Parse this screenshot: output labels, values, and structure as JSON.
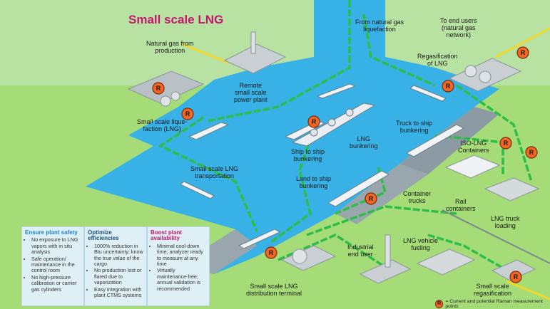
{
  "title": "Small scale LNG",
  "labels": {
    "natural_gas_production": "Natural gas from\nproduction",
    "remote_power": "Remote\nsmall scale\npower plant",
    "liquefaction": "Small scale lique-\nfaction (LNG)",
    "from_liquefaction": "From natural gas\nliquefaction",
    "to_end_users": "To end users\n(natural gas\nnetwork)",
    "regasification": "Regasification\nof LNG",
    "transportation": "Small scale LNG\ntransportation",
    "ship_to_ship": "Ship to ship\nbunkering",
    "lng_bunkering": "LNG\nbunkering",
    "truck_to_ship": "Truck to ship\nbunkering",
    "iso_containers": "ISO-LNG\nContainers",
    "land_to_ship": "Land to ship\nbunkering",
    "container_trucks": "Container\ntrucks",
    "rail_containers": "Rail\ncontainers",
    "truck_loading": "LNG truck\nloading",
    "industrial_end_user": "Industrial\nend user",
    "vehicle_fueling": "LNG vehicle\nfueling",
    "distribution_terminal": "Small scale LNG\ndistribution terminal",
    "small_regas": "Small scale\nregasification"
  },
  "marker": "R",
  "panels": [
    {
      "title": "Ensure plant safety",
      "color": "#1b86c8",
      "items": [
        "No exposure to LNG vapors with in situ analysis",
        "Safe operation/ maintenance in the control room",
        "No high-pressure calibration or carrier gas cylinders"
      ]
    },
    {
      "title": "Optimize efficiencies",
      "color": "#1d4f7a",
      "items": [
        "1000% reduction in Btu uncertainty; know the true value of the cargo",
        "No production lost or flared due to vaporization",
        "Easy integration with plant CTMS systems"
      ]
    },
    {
      "title": "Boost plant availability",
      "color": "#c4186f",
      "items": [
        "Minimal cool-down time; analyzer ready to measure at any time",
        "Virtually maintenance-free; annual validation is recommended"
      ]
    }
  ],
  "legend": "= Current and potential Raman measurement points",
  "colors": {
    "water": "#38b1e6",
    "land": "#9fd86e",
    "route": "#2fbd4a",
    "marker": "#f26522",
    "title": "#c4186f",
    "pipeline": "#f2d82a"
  }
}
